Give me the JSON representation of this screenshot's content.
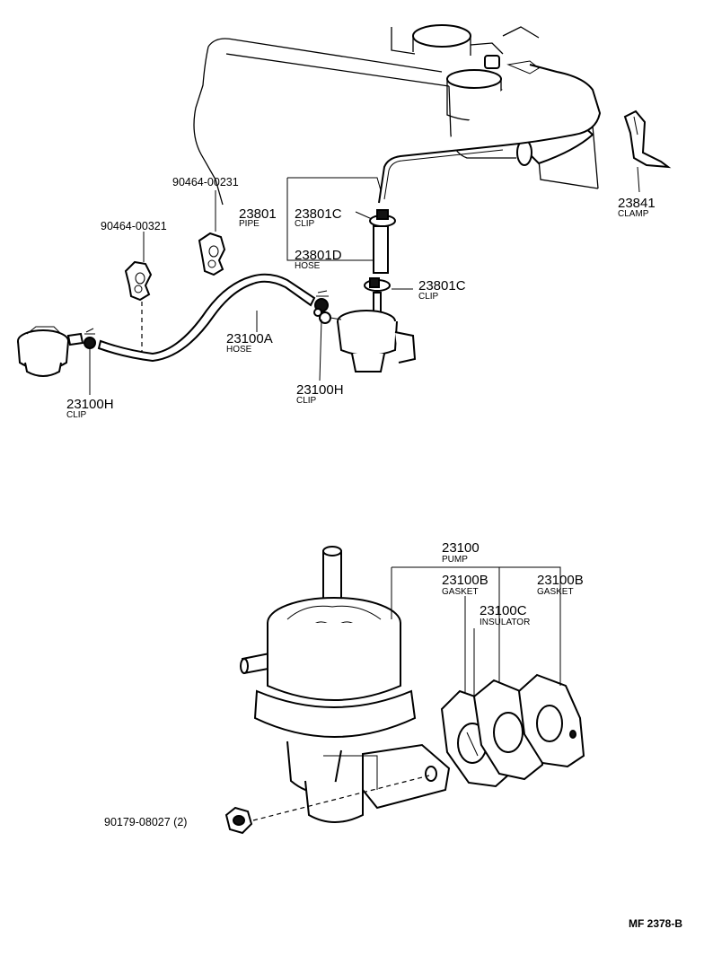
{
  "diagram_code": "MF 2378-B",
  "parts": {
    "p90464_00231": {
      "number": "90464-00231"
    },
    "p90464_00321": {
      "number": "90464-00321"
    },
    "p23801": {
      "number": "23801",
      "desc": "PIPE"
    },
    "p23801c_top": {
      "number": "23801C",
      "desc": "CLIP"
    },
    "p23801d": {
      "number": "23801D",
      "desc": "HOSE"
    },
    "p23801c_bottom": {
      "number": "23801C",
      "desc": "CLIP"
    },
    "p23841": {
      "number": "23841",
      "desc": "CLAMP"
    },
    "p23100a": {
      "number": "23100A",
      "desc": "HOSE"
    },
    "p23100h_left": {
      "number": "23100H",
      "desc": "CLIP"
    },
    "p23100h_right": {
      "number": "23100H",
      "desc": "CLIP"
    },
    "p23100": {
      "number": "23100",
      "desc": "PUMP"
    },
    "p23100b_left": {
      "number": "23100B",
      "desc": "GASKET"
    },
    "p23100b_right": {
      "number": "23100B",
      "desc": "GASKET"
    },
    "p23100c": {
      "number": "23100C",
      "desc": "INSULATOR"
    },
    "p90179": {
      "number": "90179-08027 (2)"
    }
  }
}
